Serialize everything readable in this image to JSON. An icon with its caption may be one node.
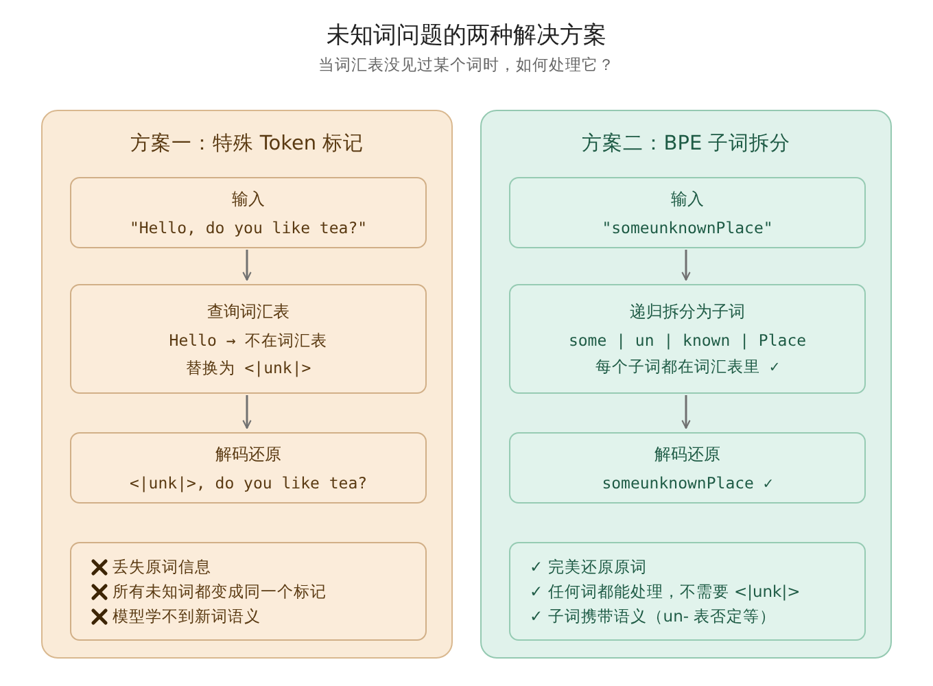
{
  "diagram": {
    "title": "未知词问题的两种解决方案",
    "nodes": [
      {
        "text": [
          "方案一：特殊 Token 标记"
        ]
      },
      {
        "text": [
          "输入",
          "\"Hello, do you like tea?\""
        ],
        "in": 0
      },
      {
        "text": [
          "查询词汇表",
          "Hello → 不在词汇表",
          "替换为 <|unk|>"
        ],
        "in": 0
      },
      {
        "text": [
          "解码还原",
          "<|unk|>, do you like tea?"
        ],
        "in": 0
      },
      {
        "text": [
          "丢失原词信息",
          "所有未知词都变成同一个标记",
          "模型学不到新词语义"
        ],
        "in": 0
      },
      {
        "text": [
          "方案二：BPE 子词拆分"
        ]
      },
      {
        "text": [
          "输入",
          "\"someunknownPlace\""
        ],
        "in": 5
      },
      {
        "text": [
          "递归拆分为子词",
          "some | un | known | Place",
          "每个子词都在词汇表里 ✓"
        ],
        "in": 5
      },
      {
        "text": [
          "解码还原",
          "someunknownPlace ✓"
        ],
        "in": 5
      },
      {
        "text": [
          "✓ 完美还原原词",
          "✓ 任何词都能处理，不需要 <|unk|>",
          "✓ 子词携带语义（un- 表否定等）"
        ],
        "in": 5
      }
    ],
    "edges": [
      {
        "from": 1,
        "to": 2,
        "arrow": "to"
      },
      {
        "from": 2,
        "to": 3,
        "arrow": "to"
      },
      {
        "from": 6,
        "to": 7,
        "arrow": "to"
      },
      {
        "from": 7,
        "to": 8,
        "arrow": "to"
      }
    ],
    "labels": [
      "当词汇表没见过某个词时，如何处理它？"
    ]
  }
}
